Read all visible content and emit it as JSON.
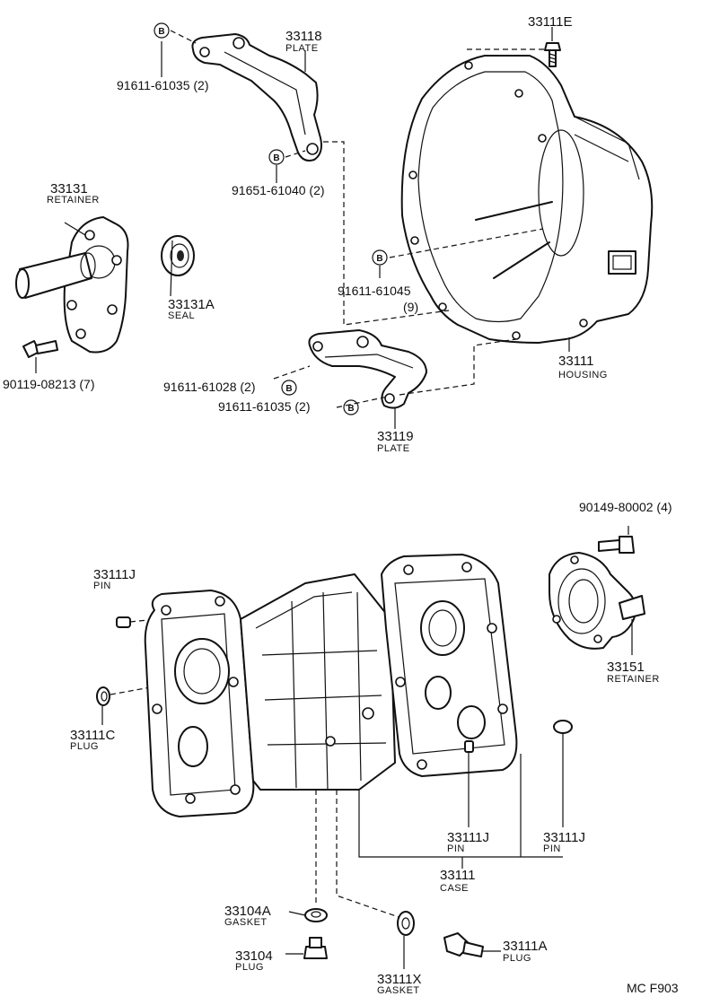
{
  "badge_letter": "B",
  "parts": {
    "p33118": {
      "number": "33118",
      "name": "PLATE"
    },
    "p33111E": {
      "number": "33111E"
    },
    "p33131": {
      "number": "33131",
      "name": "RETAINER"
    },
    "p33131A": {
      "number": "33131A",
      "name": "SEAL"
    },
    "p33111": {
      "number": "33111",
      "name": "HOUSING"
    },
    "p33119": {
      "number": "33119",
      "name": "PLATE"
    },
    "p33111J_a": {
      "number": "33111J",
      "name": "PIN"
    },
    "p33111C": {
      "number": "33111C",
      "name": "PLUG"
    },
    "p33151": {
      "number": "33151",
      "name": "RETAINER"
    },
    "p33111J_b": {
      "number": "33111J",
      "name": "PIN"
    },
    "p33111J_c": {
      "number": "33111J",
      "name": "PIN"
    },
    "p33111case": {
      "number": "33111",
      "name": "CASE"
    },
    "p33104A": {
      "number": "33104A",
      "name": "GASKET"
    },
    "p33104": {
      "number": "33104",
      "name": "PLUG"
    },
    "p33111X": {
      "number": "33111X",
      "name": "GASKET"
    },
    "p33111A": {
      "number": "33111A",
      "name": "PLUG"
    }
  },
  "fasteners": {
    "f1": "91611-61035 (2)",
    "f2": "91651-61040 (2)",
    "f3": "91611-61045",
    "f3_qty": "(9)",
    "f4": "90119-08213 (7)",
    "f5": "91611-61028 (2)",
    "f6": "91611-61035 (2)",
    "f7": "90149-80002 (4)"
  },
  "diagram_ref": "MC F903"
}
